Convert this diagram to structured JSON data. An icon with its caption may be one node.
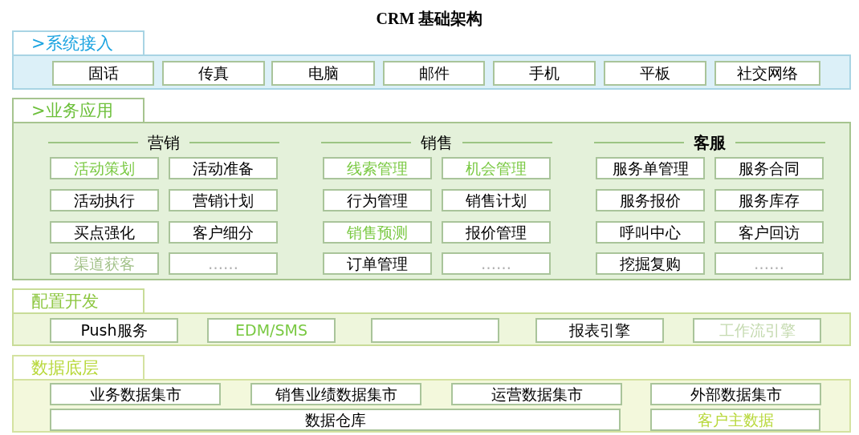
{
  "diagram": {
    "title": "CRM 基础架构",
    "nodes": [
      {
        "text": [
          ">系统接入"
        ]
      },
      {
        "text": [
          "固话"
        ],
        "in": 0
      },
      {
        "text": [
          "传真"
        ],
        "in": 0
      },
      {
        "text": [
          "电脑"
        ],
        "in": 0
      },
      {
        "text": [
          "邮件"
        ],
        "in": 0
      },
      {
        "text": [
          "手机"
        ],
        "in": 0
      },
      {
        "text": [
          "平板"
        ],
        "in": 0
      },
      {
        "text": [
          "社交网络"
        ],
        "in": 0
      },
      {
        "text": [
          ">业务应用"
        ]
      },
      {
        "text": [
          "活动策划"
        ],
        "in": 8
      },
      {
        "text": [
          "活动准备"
        ],
        "in": 8
      },
      {
        "text": [
          "活动执行"
        ],
        "in": 8
      },
      {
        "text": [
          "营销计划"
        ],
        "in": 8
      },
      {
        "text": [
          "买点强化"
        ],
        "in": 8
      },
      {
        "text": [
          "客户细分"
        ],
        "in": 8
      },
      {
        "text": [
          "渠道获客"
        ],
        "in": 8
      },
      {
        "text": [
          "……"
        ],
        "in": 8
      },
      {
        "text": [
          "线索管理"
        ],
        "in": 8
      },
      {
        "text": [
          "机会管理"
        ],
        "in": 8
      },
      {
        "text": [
          "行为管理"
        ],
        "in": 8
      },
      {
        "text": [
          "销售计划"
        ],
        "in": 8
      },
      {
        "text": [
          "销售预测"
        ],
        "in": 8
      },
      {
        "text": [
          "报价管理"
        ],
        "in": 8
      },
      {
        "text": [
          "订单管理"
        ],
        "in": 8
      },
      {
        "text": [
          "……"
        ],
        "in": 8
      },
      {
        "text": [
          "服务单管理"
        ],
        "in": 8
      },
      {
        "text": [
          "服务合同"
        ],
        "in": 8
      },
      {
        "text": [
          "服务报价"
        ],
        "in": 8
      },
      {
        "text": [
          "服务库存"
        ],
        "in": 8
      },
      {
        "text": [
          "呼叫中心"
        ],
        "in": 8
      },
      {
        "text": [
          "客户回访"
        ],
        "in": 8
      },
      {
        "text": [
          "挖掘复购"
        ],
        "in": 8
      },
      {
        "text": [
          "……"
        ],
        "in": 8
      },
      {
        "text": [
          "配置开发"
        ]
      },
      {
        "text": [
          "Push服务"
        ],
        "in": 33
      },
      {
        "text": [
          "EDM/SMS"
        ],
        "in": 33
      },
      {
        "text": [],
        "shape": "box",
        "in": 33
      },
      {
        "text": [
          "报表引擎"
        ],
        "in": 33
      },
      {
        "text": [
          "工作流引擎"
        ],
        "in": 33
      },
      {
        "text": [
          "数据底层"
        ]
      },
      {
        "text": [
          "业务数据集市"
        ],
        "in": 39
      },
      {
        "text": [
          "销售业绩数据集市"
        ],
        "in": 39
      },
      {
        "text": [
          "运营数据集市"
        ],
        "in": 39
      },
      {
        "text": [
          "外部数据集市"
        ],
        "in": 39
      },
      {
        "text": [
          "数据仓库"
        ],
        "in": 39
      },
      {
        "text": [
          "客户主数据"
        ],
        "in": 39
      }
    ],
    "labels": [
      "营销",
      "销售",
      "客服"
    ]
  }
}
